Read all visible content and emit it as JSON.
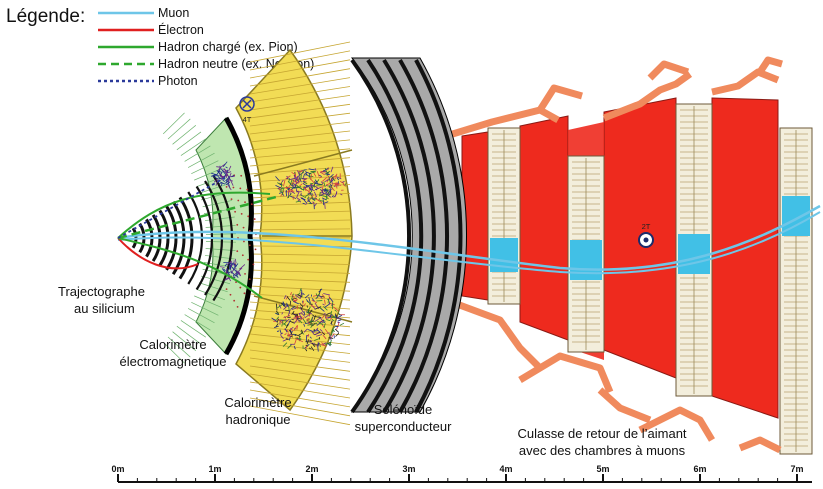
{
  "legend": {
    "title": "Légende:",
    "items": [
      {
        "label": "Muon",
        "color": "#6ec6e8",
        "style": "solid"
      },
      {
        "label": "Électron",
        "color": "#e02020",
        "style": "solid"
      },
      {
        "label": "Hadron chargé (ex. Pion)",
        "color": "#2ea82e",
        "style": "solid"
      },
      {
        "label": "Hadron neutre (ex. Neutron)",
        "color": "#2ea82e",
        "style": "dashed"
      },
      {
        "label": "Photon",
        "color": "#2b3a9a",
        "style": "dotted"
      }
    ]
  },
  "field_markers": {
    "inner": "4T",
    "outer": "2T"
  },
  "labels": {
    "tracker": [
      "Trajectographe",
      "au silicium"
    ],
    "ecal": [
      "Calorimètre",
      "électromagnetique"
    ],
    "hcal": [
      "Calorimètre",
      "hadronique"
    ],
    "solenoid": [
      "Solénoïde",
      "superconducteur"
    ],
    "yoke": [
      "Culasse de retour de l’aimant",
      "avec des chambres à muons"
    ]
  },
  "scale": {
    "ticks": [
      "0m",
      "1m",
      "2m",
      "3m",
      "4m",
      "5m",
      "6m",
      "7m"
    ]
  },
  "colors": {
    "yoke_red": "#ee2a1e",
    "hcal_yellow": "#f2dc55",
    "ecal_green": "#bfe6b0",
    "solenoid_grey": "#a9a9a9",
    "chamber_blue": "#41c0e6",
    "pipe_orange": "#f08a5d"
  }
}
